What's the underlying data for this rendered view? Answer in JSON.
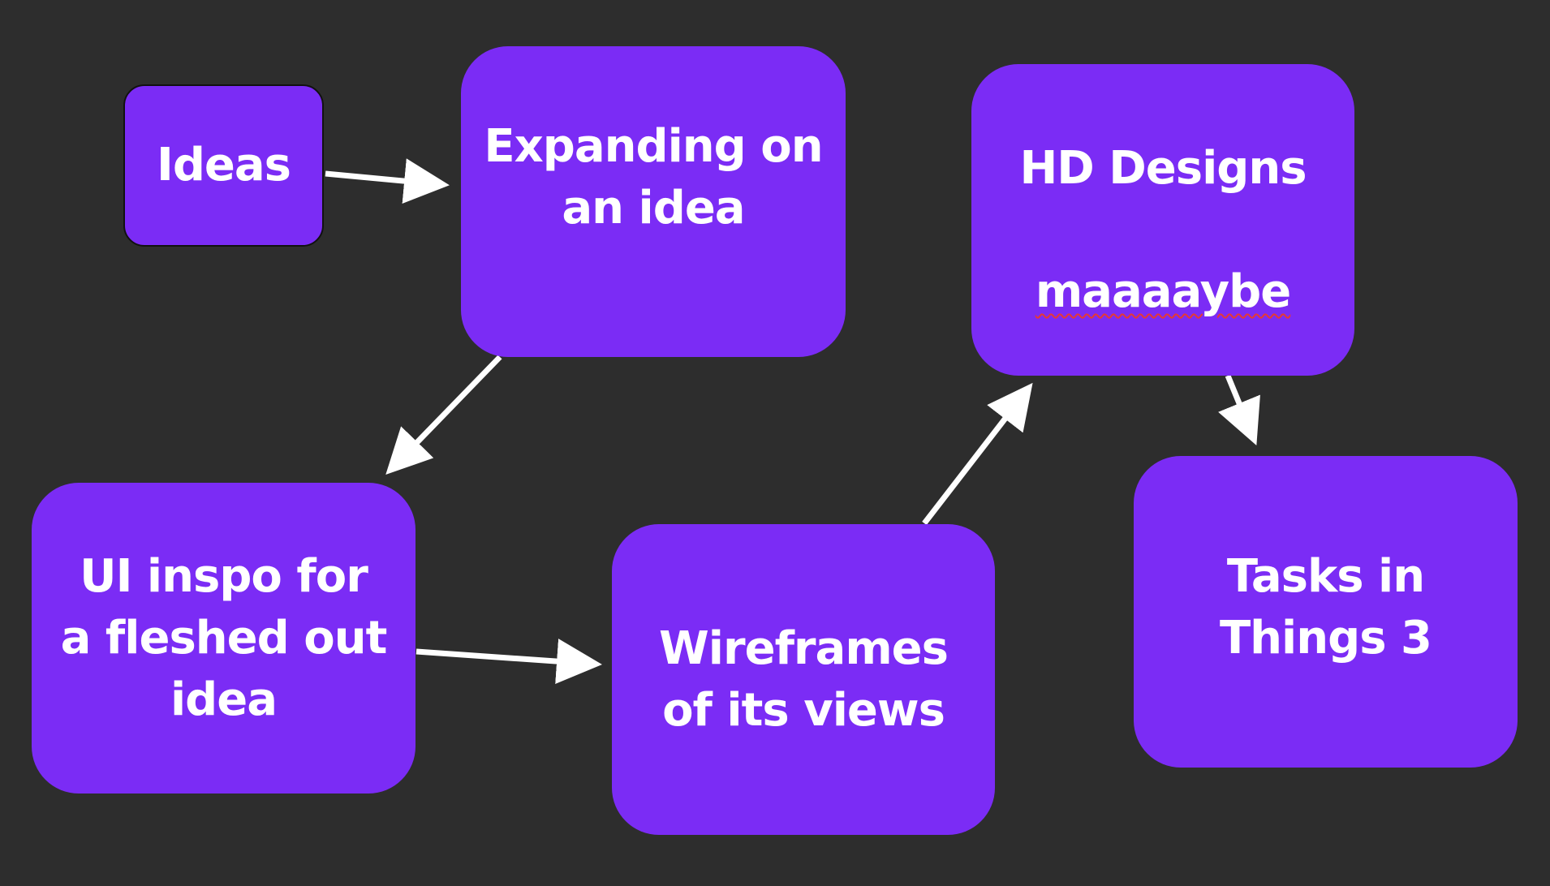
{
  "colors": {
    "background": "#2d2d2d",
    "node_fill": "#7b2cf5",
    "text": "#ffffff",
    "arrow": "#ffffff"
  },
  "nodes": {
    "ideas": {
      "label": "Ideas"
    },
    "expanding": {
      "label": "Expanding on\nan idea"
    },
    "hd_designs": {
      "line1": "HD Designs",
      "line2": "maaaaybe"
    },
    "ui_inspo": {
      "label": "UI inspo for\na fleshed out\nidea"
    },
    "wireframes": {
      "label": "Wireframes\nof its views"
    },
    "tasks": {
      "label": "Tasks in\nThings 3"
    }
  },
  "edges": [
    {
      "from": "Ideas",
      "to": "Expanding on an idea"
    },
    {
      "from": "Expanding on an idea",
      "to": "UI inspo for a fleshed out idea"
    },
    {
      "from": "UI inspo for a fleshed out idea",
      "to": "Wireframes of its views"
    },
    {
      "from": "Wireframes of its views",
      "to": "HD Designs maaaaybe"
    },
    {
      "from": "HD Designs maaaaybe",
      "to": "Tasks in Things 3"
    }
  ]
}
